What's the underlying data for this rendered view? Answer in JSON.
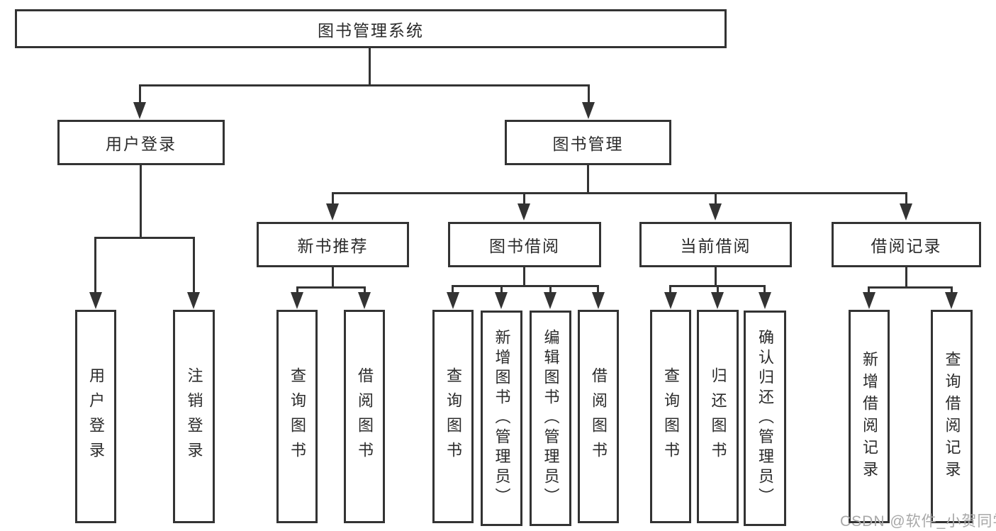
{
  "root": {
    "label": "图书管理系统"
  },
  "level2": {
    "user_login": {
      "label": "用户登录"
    },
    "book_mgmt": {
      "label": "图书管理"
    }
  },
  "level3": {
    "new_books": {
      "label": "新书推荐"
    },
    "book_borrow": {
      "label": "图书借阅"
    },
    "current_borrow": {
      "label": "当前借阅"
    },
    "borrow_records": {
      "label": "借阅记录"
    }
  },
  "leaves": {
    "user_login_children": [
      {
        "label": "用户登录"
      },
      {
        "label": "注销登录"
      }
    ],
    "new_books_children": [
      {
        "label": "查询图书"
      },
      {
        "label": "借阅图书"
      }
    ],
    "book_borrow_children": [
      {
        "label": "查询图书"
      },
      {
        "label": "新增图书（管理员）"
      },
      {
        "label": "编辑图书（管理员）"
      },
      {
        "label": "借阅图书"
      }
    ],
    "current_borrow_children": [
      {
        "label": "查询图书"
      },
      {
        "label": "归还图书"
      },
      {
        "label": "确认归还（管理员）"
      }
    ],
    "borrow_records_children": [
      {
        "label": "新增借阅记录"
      },
      {
        "label": "查询借阅记录"
      }
    ]
  },
  "watermark": {
    "text": "CSDN @软件_小贺同学"
  },
  "colors": {
    "line": "#333333",
    "box_background": "#ffffff",
    "text": "#2b2b2b",
    "watermark": "#a8a8a8"
  }
}
